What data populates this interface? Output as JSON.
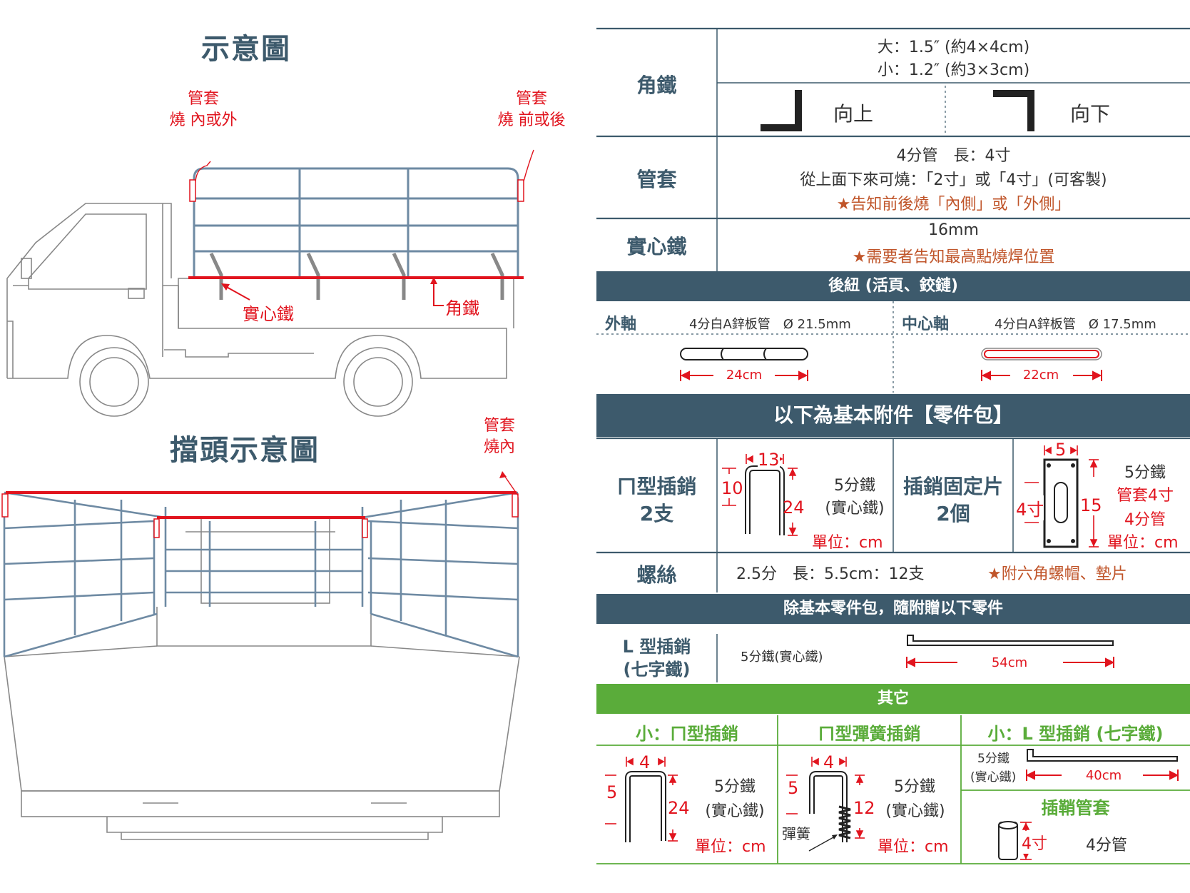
{
  "left": {
    "title1": "示意圖",
    "title2": "擋頭示意圖",
    "sleeve_a": [
      "管套",
      "燒 內或外"
    ],
    "sleeve_b": [
      "管套",
      "燒 前或後"
    ],
    "sleeve_c": [
      "管套",
      "燒內"
    ],
    "solid_iron": "實心鐵",
    "angle_iron": "角鐵"
  },
  "table": {
    "angle": {
      "head": "角鐵",
      "big": "大：1.5″ (約4×4cm)",
      "small": "小：1.2″ (約3×3cm)",
      "up": "向上",
      "down": "向下"
    },
    "sleeve": {
      "head": "管套",
      "line1": "4分管　長：4寸",
      "line2": "從上面下來可燒：「2寸」或「4寸」(可客製)",
      "note": "★告知前後燒「內側」或「外側」"
    },
    "solid": {
      "head": "實心鐵",
      "line1": "16mm",
      "note": "★需要者告知最高點燒焊位置"
    },
    "hinge": {
      "bar": "後紐 (活頁、鉸鏈)",
      "outer_label": "外軸",
      "outer_spec": "4分白A鋅板管　Ø 21.5mm",
      "outer_len": "24cm",
      "center_label": "中心軸",
      "center_spec": "4分白A鋅板管　Ø 17.5mm",
      "center_len": "22cm"
    },
    "kit": {
      "bar": "以下為基本附件【零件包】",
      "pin_name": "ㄇ型插銷",
      "pin_qty": "2支",
      "pin_w": "13",
      "pin_h": "10",
      "pin_len": "24",
      "pin_mat1": "5分鐵",
      "pin_mat2": "(實心鐵)",
      "pin_unit": "單位：cm",
      "plate_name": "插銷固定片",
      "plate_qty": "2個",
      "plate_w": "5",
      "plate_sleeve": "4寸",
      "plate_h": "15",
      "plate_mat1": "5分鐵",
      "plate_mat2": "管套4寸",
      "plate_mat3": "4分管",
      "plate_unit": "單位：cm"
    },
    "screw": {
      "head": "螺絲",
      "spec": "2.5分　長：5.5cm：12支",
      "note": "★附六角螺帽、墊片"
    },
    "bonus": {
      "bar": "除基本零件包，隨附贈以下零件",
      "name1": "L 型插銷",
      "name2": "(七字鐵)",
      "mat": "5分鐵(實心鐵)",
      "len": "54cm"
    },
    "others": {
      "bar": "其它",
      "col1": "小：ㄇ型插銷",
      "col2": "ㄇ型彈簧插銷",
      "col3": "小：L 型插銷 (七字鐵)",
      "c1_w": "4",
      "c1_h": "5",
      "c1_len": "24",
      "c1_mat1": "5分鐵",
      "c1_mat2": "(實心鐵)",
      "c1_unit": "單位：cm",
      "c2_w": "4",
      "c2_h": "5",
      "c2_len": "12",
      "c2_mat1": "5分鐵",
      "c2_mat2": "(實心鐵)",
      "c2_unit": "單位：cm",
      "c2_spring": "彈簧",
      "c3_mat1": "5分鐵",
      "c3_mat2": "(實心鐵)",
      "c3_len": "40cm",
      "c3_sub": "插鞘管套",
      "c3_sleeve_len": "4寸",
      "c3_sleeve_mat": "4分管"
    }
  },
  "colors": {
    "teal": "#3d5a6c",
    "green": "#5aac3a",
    "red": "#e1141e",
    "steel": "#6e8aa3"
  }
}
